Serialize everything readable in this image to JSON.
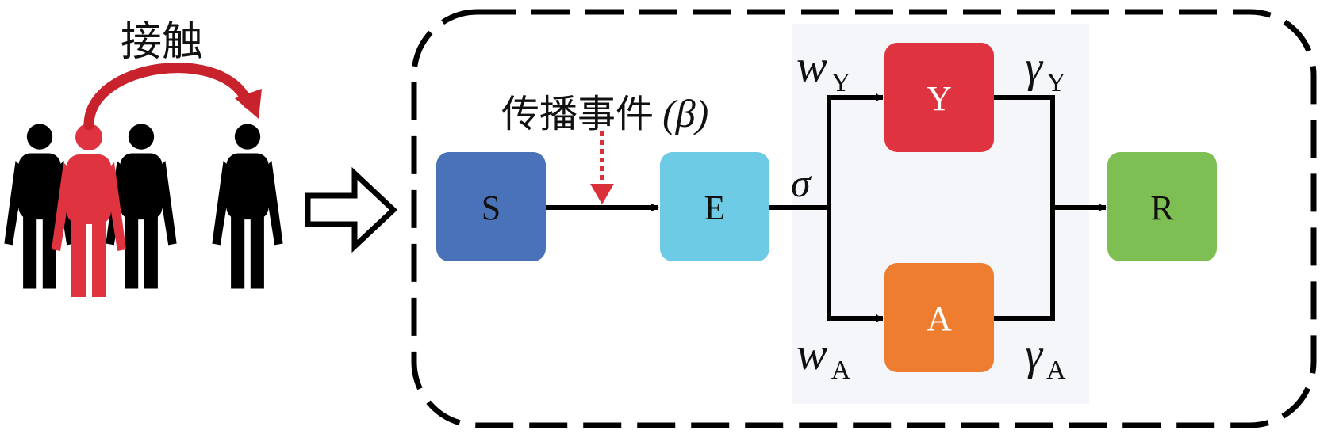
{
  "contact_label": "接触",
  "event_label": "传播事件",
  "beta": "(β)",
  "sigma": "σ",
  "wY": {
    "base": "w",
    "sub": "Y"
  },
  "wA": {
    "base": "w",
    "sub": "A"
  },
  "gY": {
    "base": "γ",
    "sub": "Y"
  },
  "gA": {
    "base": "γ",
    "sub": "A"
  },
  "nodes": {
    "S": {
      "label": "S",
      "color": "#4a72b8"
    },
    "E": {
      "label": "E",
      "color": "#6ecbe6"
    },
    "Y": {
      "label": "Y",
      "color": "#df3440"
    },
    "A": {
      "label": "A",
      "color": "#ef7d30"
    },
    "R": {
      "label": "R",
      "color": "#7dbf53"
    }
  },
  "colors": {
    "infected_person": "#df3440",
    "person": "#111111",
    "panel": "#f4f6fa"
  }
}
